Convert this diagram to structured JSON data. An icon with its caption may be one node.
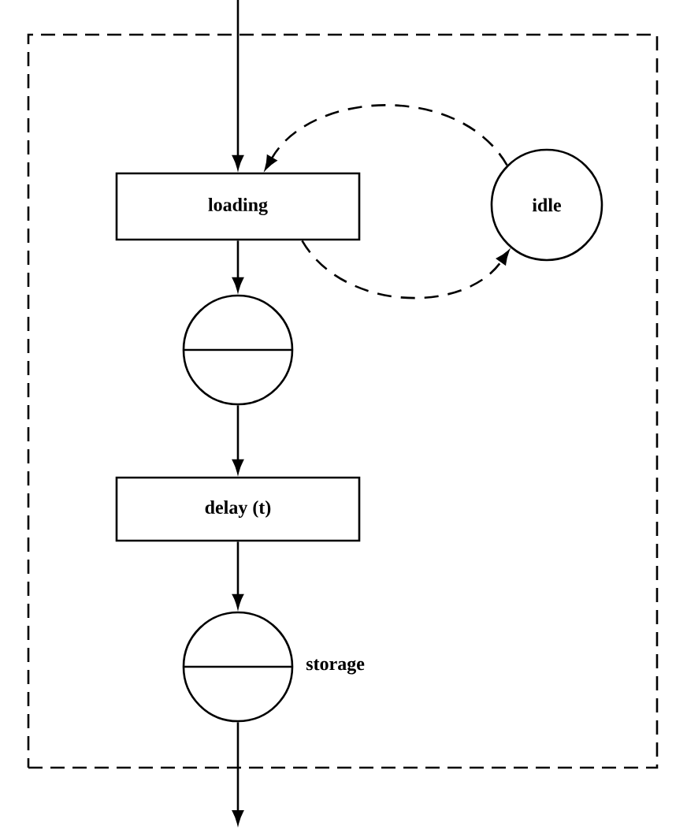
{
  "diagram": {
    "nodes": [
      {
        "text": [],
        "shape": "box"
      },
      {
        "text": [
          "loading"
        ],
        "in": 0
      },
      {
        "text": [],
        "shape": "circle",
        "in": 0
      },
      {
        "text": [
          "delay (t)"
        ],
        "in": 0
      },
      {
        "text": [],
        "shape": "circle",
        "beside": [
          "storage"
        ],
        "in": 0
      },
      {
        "text": [
          "idle"
        ],
        "in": 0
      }
    ],
    "edges": [
      {
        "from": null,
        "to": 1,
        "arrow": "to"
      },
      {
        "from": 1,
        "to": 2,
        "arrow": "to"
      },
      {
        "from": 2,
        "to": 3,
        "arrow": "to"
      },
      {
        "from": 3,
        "to": 4,
        "arrow": "to"
      },
      {
        "from": 4,
        "to": null,
        "arrow": "to"
      },
      {
        "from": 5,
        "to": 1,
        "arrow": "to",
        "style": "dashed"
      },
      {
        "from": 1,
        "to": 5,
        "arrow": "to",
        "style": "dashed"
      }
    ]
  }
}
